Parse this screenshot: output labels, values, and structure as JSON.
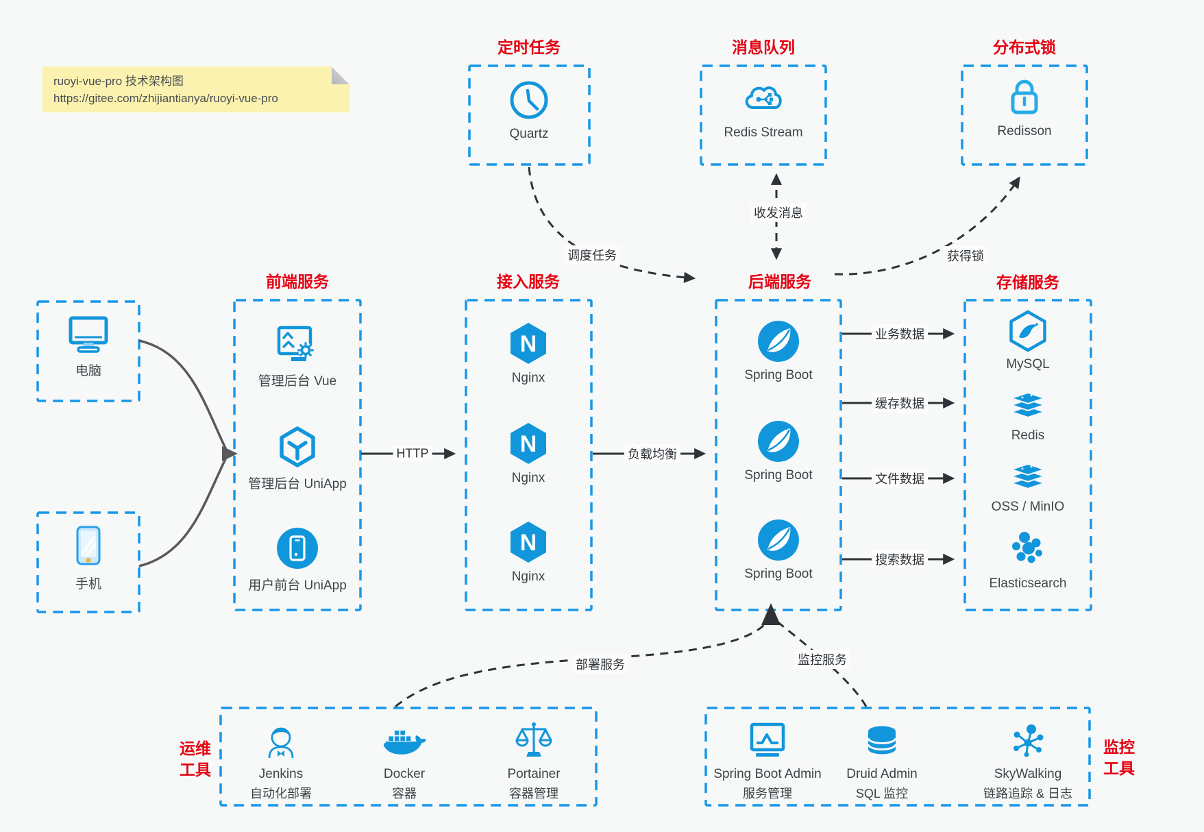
{
  "note": {
    "line1": "ruoyi-vue-pro 技术架构图",
    "line2": "https://gitee.com/zhijiantianya/ruoyi-vue-pro"
  },
  "top_groups": [
    {
      "title": "定时任务",
      "item": {
        "label": "Quartz",
        "icon": "clock-icon"
      }
    },
    {
      "title": "消息队列",
      "item": {
        "label": "Redis Stream",
        "icon": "cloud-network-icon"
      }
    },
    {
      "title": "分布式锁",
      "item": {
        "label": "Redisson",
        "icon": "lock-icon"
      }
    }
  ],
  "clients": [
    {
      "label": "电脑",
      "icon": "desktop-icon"
    },
    {
      "label": "手机",
      "icon": "smartphone-icon"
    }
  ],
  "columns": [
    {
      "title": "前端服务",
      "items": [
        {
          "label": "管理后台 Vue",
          "icon": "admin-panel-icon"
        },
        {
          "label": "管理后台 UniApp",
          "icon": "uniapp-cube-icon"
        },
        {
          "label": "用户前台 UniApp",
          "icon": "user-app-icon"
        }
      ]
    },
    {
      "title": "接入服务",
      "items": [
        {
          "label": "Nginx",
          "icon": "nginx-icon"
        },
        {
          "label": "Nginx",
          "icon": "nginx-icon"
        },
        {
          "label": "Nginx",
          "icon": "nginx-icon"
        }
      ]
    },
    {
      "title": "后端服务",
      "items": [
        {
          "label": "Spring Boot",
          "icon": "spring-icon"
        },
        {
          "label": "Spring Boot",
          "icon": "spring-icon"
        },
        {
          "label": "Spring Boot",
          "icon": "spring-icon"
        }
      ]
    },
    {
      "title": "存储服务",
      "items": [
        {
          "label": "MySQL",
          "icon": "mysql-icon"
        },
        {
          "label": "Redis",
          "icon": "redis-stack-icon"
        },
        {
          "label": "OSS / MinIO",
          "icon": "storage-stack-icon"
        },
        {
          "label": "Elasticsearch",
          "icon": "elasticsearch-icon"
        }
      ]
    }
  ],
  "edges": {
    "http": "HTTP",
    "load_balance": "负载均衡",
    "schedule": "调度任务",
    "messaging": "收发消息",
    "lock": "获得锁",
    "business": "业务数据",
    "cache": "缓存数据",
    "file": "文件数据",
    "search": "搜索数据",
    "deploy": "部署服务",
    "monitor": "监控服务"
  },
  "bottom_groups": [
    {
      "title": [
        "运维",
        "工具"
      ],
      "items": [
        {
          "label": "Jenkins",
          "desc": "自动化部署",
          "icon": "jenkins-icon"
        },
        {
          "label": "Docker",
          "desc": "容器",
          "icon": "docker-icon"
        },
        {
          "label": "Portainer",
          "desc": "容器管理",
          "icon": "portainer-icon"
        }
      ]
    },
    {
      "title": [
        "监控",
        "工具"
      ],
      "items": [
        {
          "label": "Spring Boot Admin",
          "desc": "服务管理",
          "icon": "admin-monitor-icon"
        },
        {
          "label": "Druid Admin",
          "desc": "SQL 监控",
          "icon": "database-icon"
        },
        {
          "label": "SkyWalking",
          "desc": "链路追踪 & 日志",
          "icon": "topology-icon"
        }
      ]
    }
  ],
  "colors": {
    "accent_blue": "#1296db",
    "border_blue": "#1697e8",
    "title_red": "#e60012",
    "note_bg": "#faf2ae",
    "arrow_dark": "#2f3337",
    "arrow_gray": "#595959"
  }
}
